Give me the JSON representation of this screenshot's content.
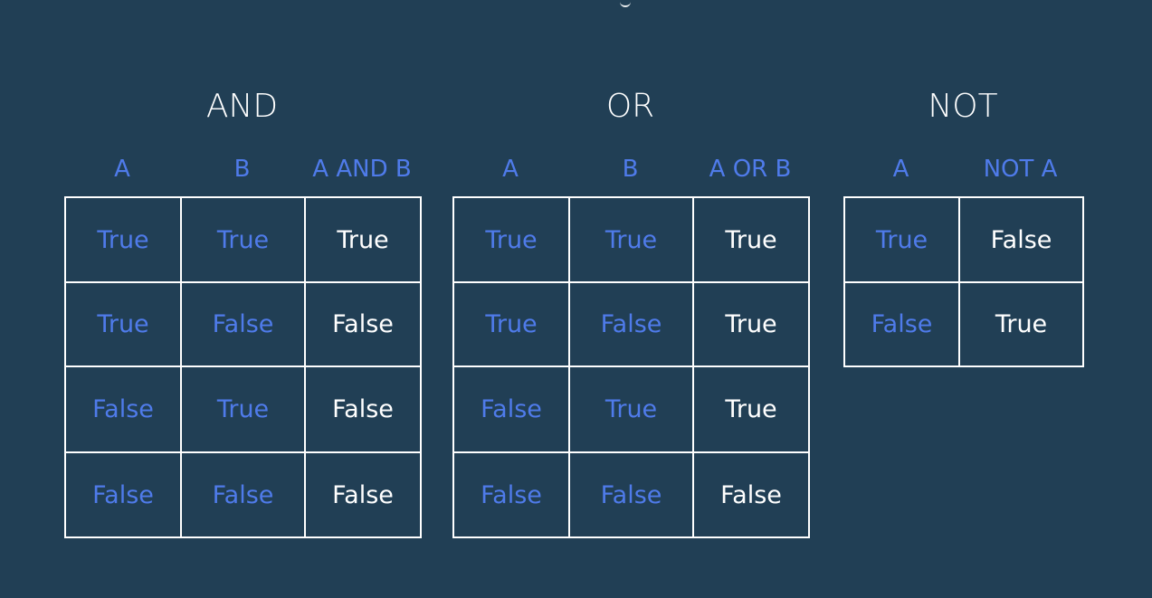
{
  "tables": {
    "and": {
      "title": "AND",
      "headers": [
        "A",
        "B",
        "A AND B"
      ],
      "rows": [
        [
          "True",
          "True",
          "True"
        ],
        [
          "True",
          "False",
          "False"
        ],
        [
          "False",
          "True",
          "False"
        ],
        [
          "False",
          "False",
          "False"
        ]
      ]
    },
    "or": {
      "title": "OR",
      "headers": [
        "A",
        "B",
        "A OR B"
      ],
      "rows": [
        [
          "True",
          "True",
          "True"
        ],
        [
          "True",
          "False",
          "True"
        ],
        [
          "False",
          "True",
          "True"
        ],
        [
          "False",
          "False",
          "False"
        ]
      ]
    },
    "not": {
      "title": "NOT",
      "headers": [
        "A",
        "NOT A"
      ],
      "rows": [
        [
          "True",
          "False"
        ],
        [
          "False",
          "True"
        ]
      ]
    }
  },
  "colors": {
    "background": "#213f55",
    "input": "#4f7bea",
    "output": "#ffffff",
    "border": "#ffffff"
  }
}
